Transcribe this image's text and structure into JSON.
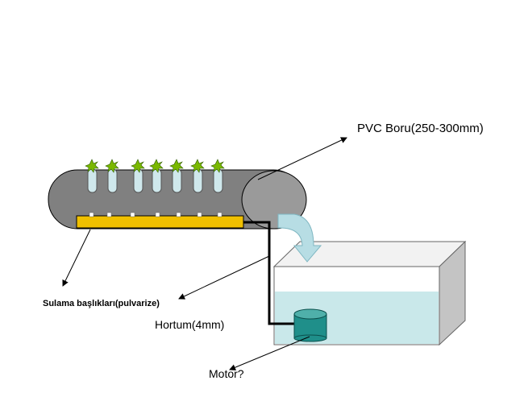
{
  "labels": {
    "pvc_pipe": "PVC Boru(250-300mm)",
    "spray_heads": "Sulama başlıkları(pulvarize)",
    "hose": "Hortum(4mm)",
    "motor": "Motor?"
  },
  "colors": {
    "pipe_body": "#808080",
    "pipe_end": "#9a9a9a",
    "manifold": "#f0c000",
    "net_pot": "#cfe8ec",
    "plant": "#7ab800",
    "water": "#c9e8ea",
    "tank_top": "#f2f2f2",
    "tank_side": "#c4c4c4",
    "motor": "#1f8f8a",
    "flow_arrow": "#b7dde4",
    "hose": "#000000"
  },
  "icons": [
    "plant-icon",
    "net-pot-icon",
    "flow-arrow-icon",
    "motor-icon"
  ]
}
